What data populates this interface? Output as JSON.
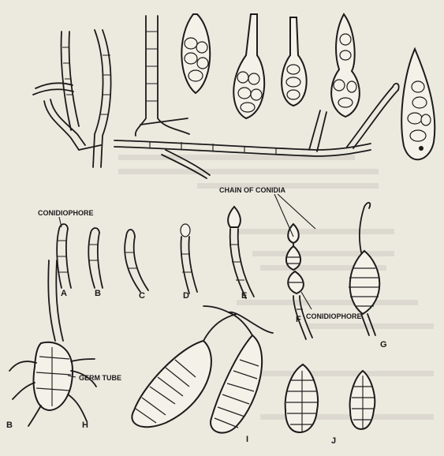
{
  "labels": {
    "conidiophore_top": "CONIDIOPHORE",
    "chain_of_conidia": "CHAIN OF CONIDIA",
    "conidiophore_bottom": "CONIDIOPHORE",
    "germ_tube": "GERM TUBE"
  },
  "letters": {
    "a": "A",
    "b": "B",
    "c": "C",
    "d": "D",
    "e": "E",
    "f": "F",
    "g": "G",
    "h": "H",
    "i": "I",
    "j": "J",
    "b2": "B"
  },
  "colors": {
    "paper": "#ece9df",
    "ink": "#1b1b1b"
  }
}
